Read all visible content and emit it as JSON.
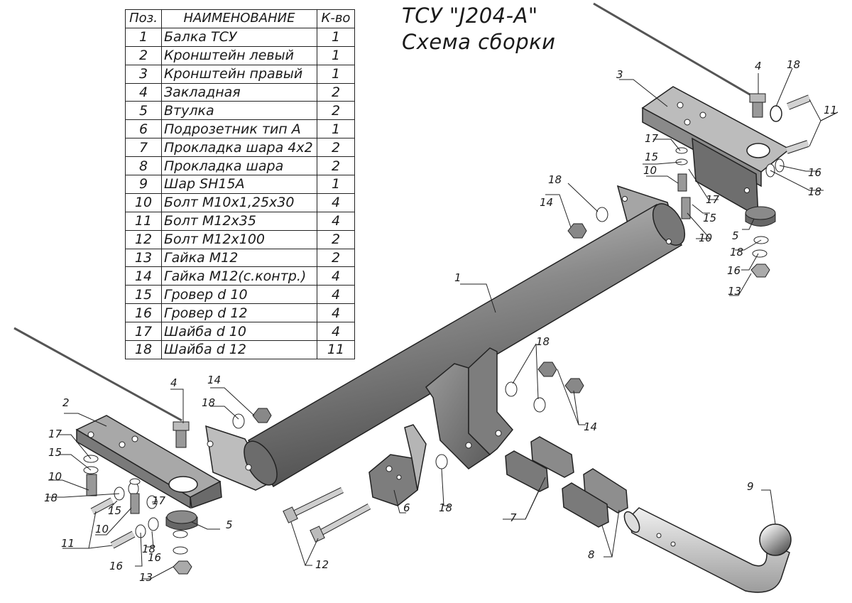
{
  "title": {
    "line1": "ТСУ \"J204-A\"",
    "line2": "Схема сборки"
  },
  "spec_table": {
    "headers": [
      "Поз.",
      "НАИМЕНОВАНИЕ",
      "К-во"
    ],
    "rows": [
      [
        "1",
        "Балка ТСУ",
        "1"
      ],
      [
        "2",
        "Кронштейн левый",
        "1"
      ],
      [
        "3",
        "Кронштейн правый",
        "1"
      ],
      [
        "4",
        "Закладная",
        "2"
      ],
      [
        "5",
        "Втулка",
        "2"
      ],
      [
        "6",
        "Подрозетник тип А",
        "1"
      ],
      [
        "7",
        "Прокладка шара 4х2",
        "2"
      ],
      [
        "8",
        "Прокладка шара",
        "2"
      ],
      [
        "9",
        "Шар SH15A",
        "1"
      ],
      [
        "10",
        "Болт М10х1,25х30",
        "4"
      ],
      [
        "11",
        "Болт М12х35",
        "4"
      ],
      [
        "12",
        "Болт М12х100",
        "2"
      ],
      [
        "13",
        "Гайка М12",
        "2"
      ],
      [
        "14",
        "Гайка М12(с.контр.)",
        "4"
      ],
      [
        "15",
        "Гровер d 10",
        "4"
      ],
      [
        "16",
        "Гровер d 12",
        "4"
      ],
      [
        "17",
        "Шайба d 10",
        "4"
      ],
      [
        "18",
        "Шайба d 12",
        "11"
      ]
    ]
  },
  "callouts": {
    "c1": "1",
    "c2": "2",
    "c3": "3",
    "c4a": "4",
    "c4b": "4",
    "c5a": "5",
    "c5b": "5",
    "c6": "6",
    "c7": "7",
    "c8": "8",
    "c9": "9",
    "c10a": "10",
    "c10b": "10",
    "c10c": "10",
    "c10d": "10",
    "c11a": "11",
    "c11b": "11",
    "c12": "12",
    "c13a": "13",
    "c13b": "13",
    "c14a": "14",
    "c14b": "14",
    "c14c": "14",
    "c15a": "15",
    "c15b": "15",
    "c15c": "15",
    "c15d": "15",
    "c16a": "16",
    "c16b": "16",
    "c16c": "16",
    "c16d": "16",
    "c17a": "17",
    "c17b": "17",
    "c17c": "17",
    "c17d": "17",
    "c18a": "18",
    "c18b": "18",
    "c18c": "18",
    "c18d": "18",
    "c18e": "18",
    "c18f": "18",
    "c18g": "18",
    "c18h": "18",
    "c18i": "18"
  }
}
